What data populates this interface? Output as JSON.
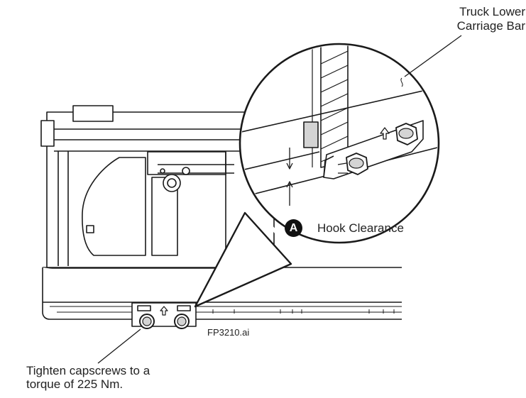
{
  "labels": {
    "truck_line1": "Truck Lower",
    "truck_line2": "Carriage Bar",
    "hook_badge": "A",
    "hook_text": "Hook Clearance",
    "file_name": "FP3210.ai",
    "tighten_line1": "Tighten capscrews to a",
    "tighten_line2": "torque of 225 Nm."
  },
  "icons": {
    "bolt_direction": "up-arrow-icon",
    "capscrew": "hex-capscrew-icon"
  },
  "colors": {
    "line": "#1a1a1a",
    "fill": "#ffffff",
    "shade": "#d4d4d4",
    "text": "#222222"
  }
}
